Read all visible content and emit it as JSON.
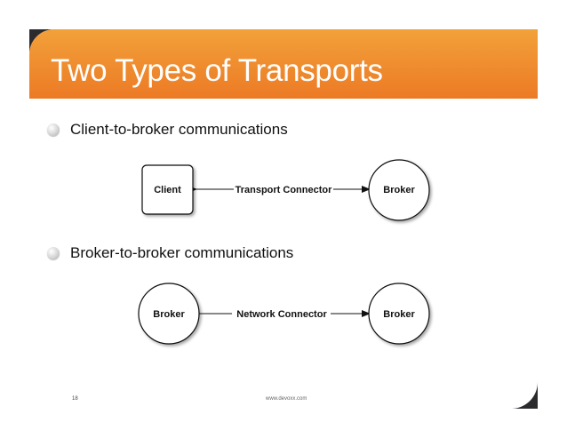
{
  "slide": {
    "title": "Two Types of Transports",
    "bullets": [
      {
        "text": "Client-to-broker communications"
      },
      {
        "text": "Broker-to-broker communications"
      }
    ],
    "diagrams": {
      "transport": {
        "left": "Client",
        "connector": "Transport Connector",
        "right": "Broker"
      },
      "network": {
        "left": "Broker",
        "connector": "Network Connector",
        "right": "Broker"
      }
    },
    "footer": {
      "page": "18",
      "url": "www.devoxx.com"
    }
  },
  "colors": {
    "title_orange_top": "#f2a13a",
    "title_orange_bottom": "#ec7a25",
    "frame_dark": "#2b2b2e"
  }
}
